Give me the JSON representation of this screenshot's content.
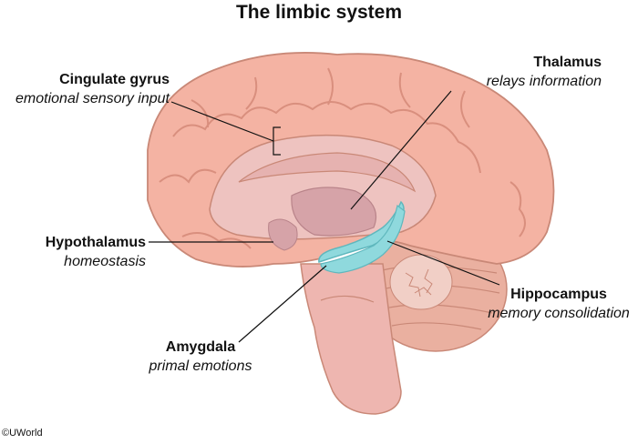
{
  "title": "The limbic system",
  "labels": [
    {
      "id": "cingulate",
      "name": "Cingulate gyrus",
      "desc": "emotional sensory input"
    },
    {
      "id": "thalamus",
      "name": "Thalamus",
      "desc": "relays information"
    },
    {
      "id": "hypothalamus",
      "name": "Hypothalamus",
      "desc": "homeostasis"
    },
    {
      "id": "hippocampus",
      "name": "Hippocampus",
      "desc": "memory consolidation"
    },
    {
      "id": "amygdala",
      "name": "Amygdala",
      "desc": "primal emotions"
    }
  ],
  "copyright": "©UWorld",
  "colors": {
    "cortex": "#f4b3a3",
    "cortex_shade": "#e69a89",
    "inner": "#eec3c0",
    "deep": "#d6a3a8",
    "hippocampus": "#8fd9dd",
    "cerebellum": "#eab0a0",
    "brainstem": "#eeb6b0"
  }
}
